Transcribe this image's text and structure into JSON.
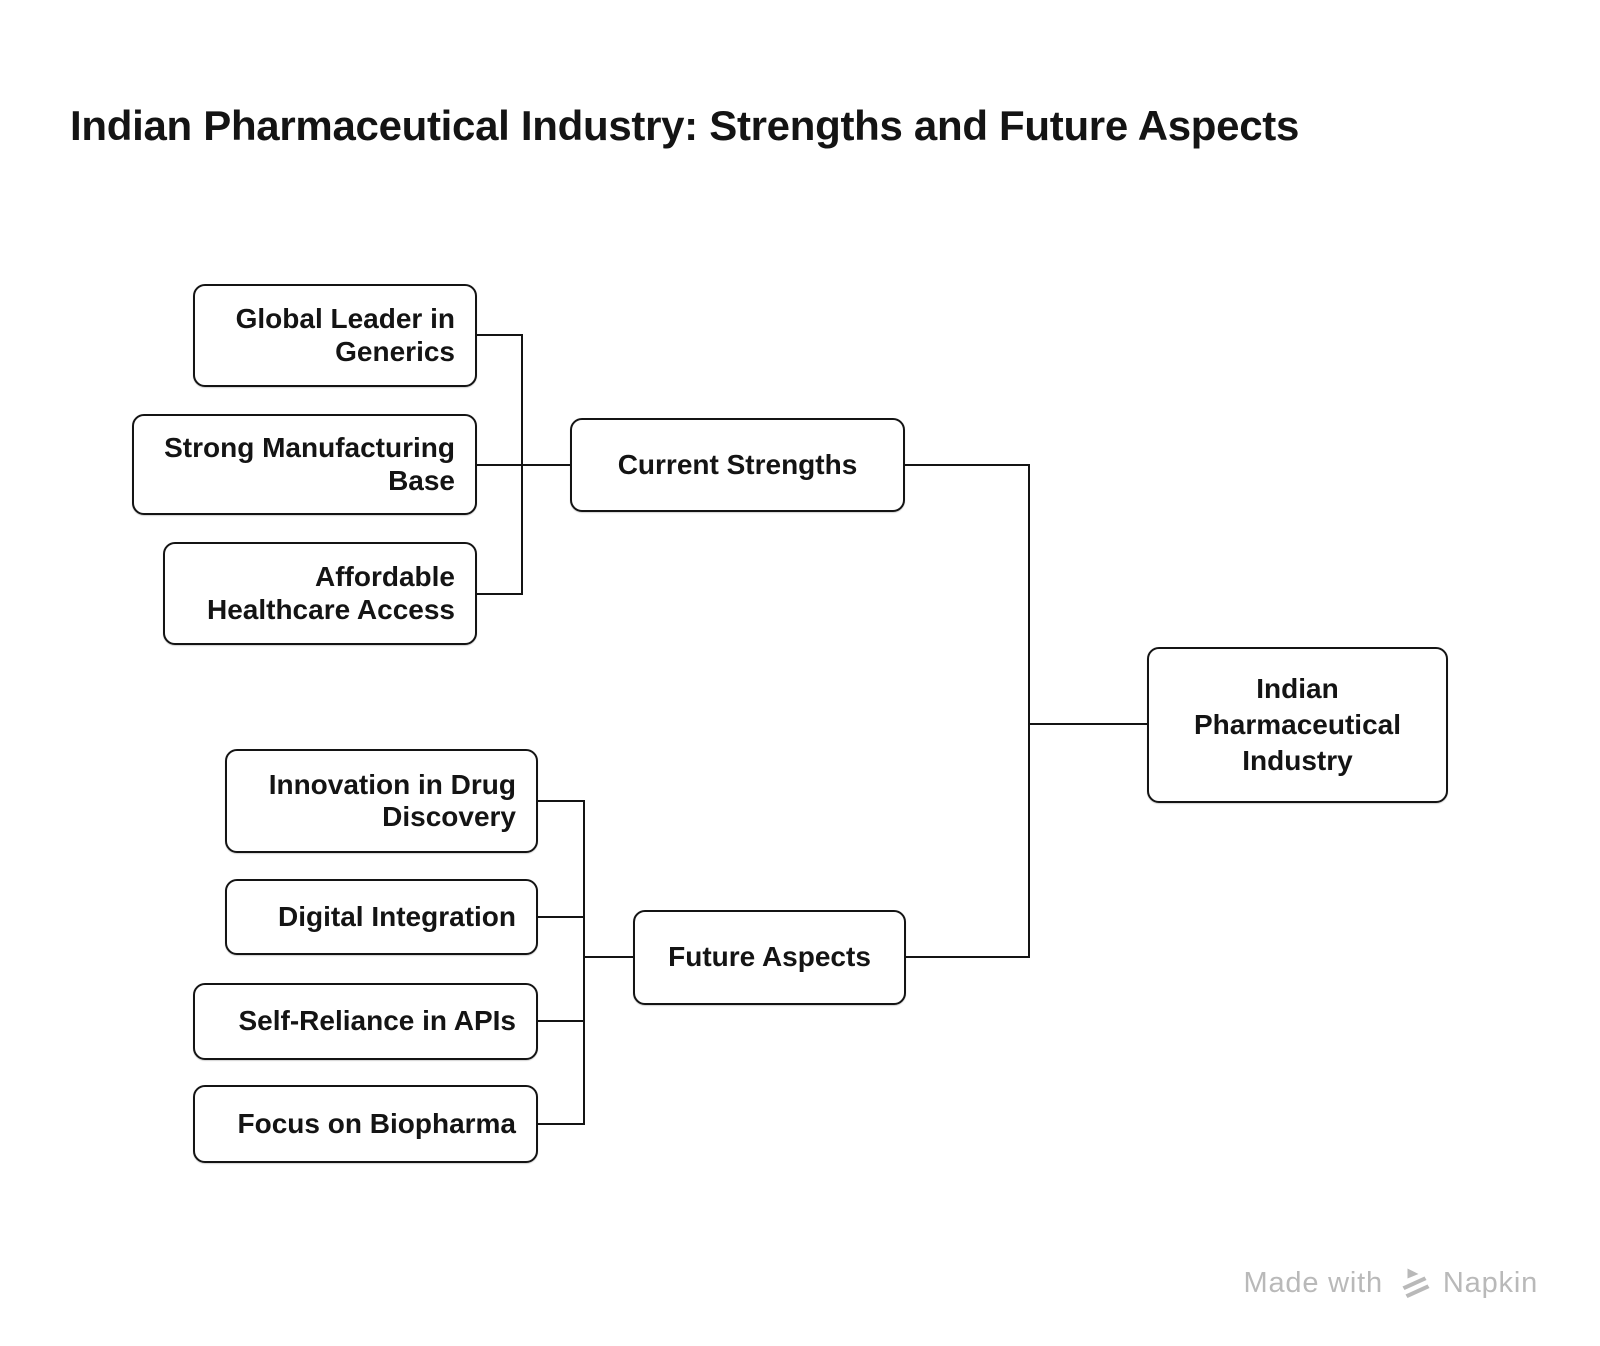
{
  "title": "Indian Pharmaceutical Industry: Strengths and Future Aspects",
  "diagram": {
    "root": {
      "label": "Indian Pharmaceutical Industry"
    },
    "branches": [
      {
        "label": "Current Strengths",
        "children": [
          {
            "label": "Global Leader in Generics"
          },
          {
            "label": "Strong Manufacturing Base"
          },
          {
            "label": "Affordable Healthcare Access"
          }
        ]
      },
      {
        "label": "Future Aspects",
        "children": [
          {
            "label": "Innovation in Drug Discovery"
          },
          {
            "label": "Digital Integration"
          },
          {
            "label": "Self-Reliance in APIs"
          },
          {
            "label": "Focus on Biopharma"
          }
        ]
      }
    ]
  },
  "watermark": {
    "prefix": "Made with",
    "brand": "Napkin"
  },
  "colors": {
    "background": "#ffffff",
    "node_border": "#141414",
    "connector": "#141414",
    "text": "#141414",
    "watermark": "#b9b9b9"
  }
}
